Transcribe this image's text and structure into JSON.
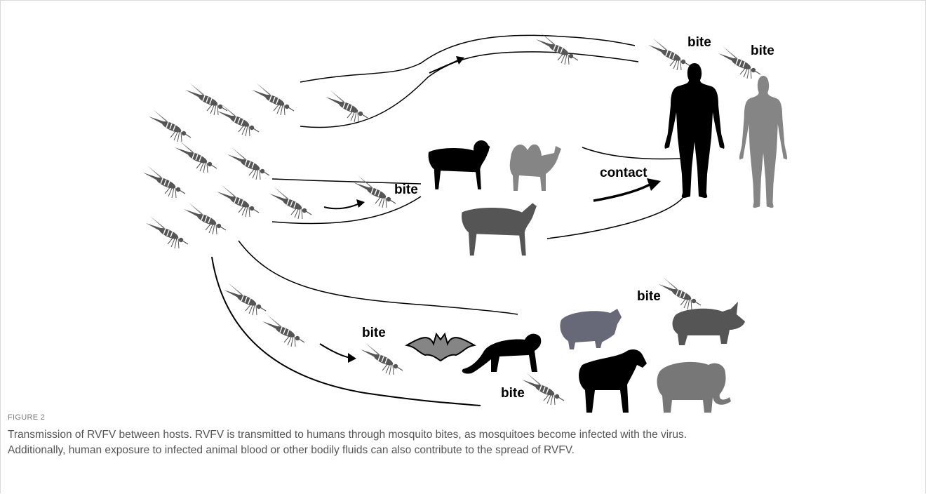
{
  "diagram": {
    "labels": {
      "bite_human_1": "bite",
      "bite_human_2": "bite",
      "bite_livestock": "bite",
      "contact": "contact",
      "bite_wildlife_left": "bite",
      "bite_wildlife_bottom": "bite",
      "bite_wildlife_right": "bite"
    },
    "icons": [
      "mosquito-icon",
      "human-male-icon",
      "human-female-icon",
      "sheep-icon",
      "camel-icon",
      "cow-icon",
      "bat-icon",
      "monkey-icon",
      "warthog-icon",
      "rhino-icon",
      "zebra-icon",
      "elephant-icon",
      "arrow-icon"
    ],
    "colors": {
      "black": "#000000",
      "dark_gray": "#555555",
      "gray": "#858585",
      "slate": "#676878"
    }
  },
  "figure": {
    "label": "FIGURE 2",
    "caption_line1": "Transmission of RVFV between hosts. RVFV is transmitted to humans through mosquito bites, as mosquitoes become infected with the virus.",
    "caption_line2": "Additionally, human exposure to infected animal blood or other bodily fluids can also contribute to the spread of RVFV."
  }
}
